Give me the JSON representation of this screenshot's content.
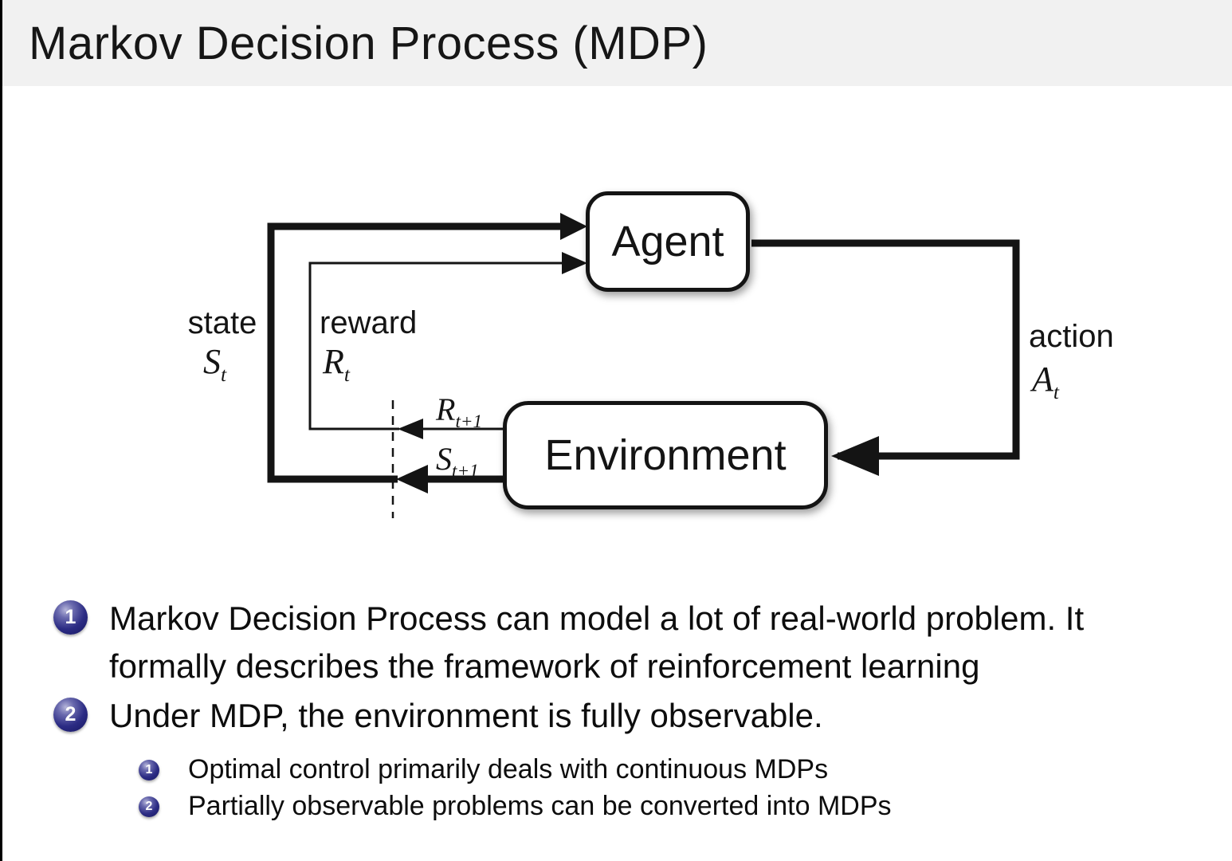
{
  "slide": {
    "title": "Markov Decision Process (MDP)"
  },
  "diagram": {
    "agent_label": "Agent",
    "environment_label": "Environment",
    "state": {
      "word": "state",
      "sym": "S",
      "sub": "t"
    },
    "reward": {
      "word": "reward",
      "sym": "R",
      "sub": "t"
    },
    "action": {
      "word": "action",
      "sym": "A",
      "sub": "t"
    },
    "next_reward": {
      "sym": "R",
      "sub": "t+1"
    },
    "next_state": {
      "sym": "S",
      "sub": "t+1"
    }
  },
  "bullets": {
    "items": [
      {
        "number": "1",
        "lines": [
          "Markov Decision Process can model a lot of real-world problem. It",
          "formally describes the framework of reinforcement learning"
        ]
      },
      {
        "number": "2",
        "lines": [
          "Under MDP, the environment is fully observable."
        ]
      }
    ],
    "subitems": [
      {
        "number": "1",
        "text": "Optimal control primarily deals with continuous MDPs"
      },
      {
        "number": "2",
        "text": "Partially observable problems can be converted into MDPs"
      }
    ]
  },
  "colors": {
    "header_bg": "#f1f1f1",
    "ink": "#141414",
    "bullet_ball_blue": "#28287e"
  }
}
